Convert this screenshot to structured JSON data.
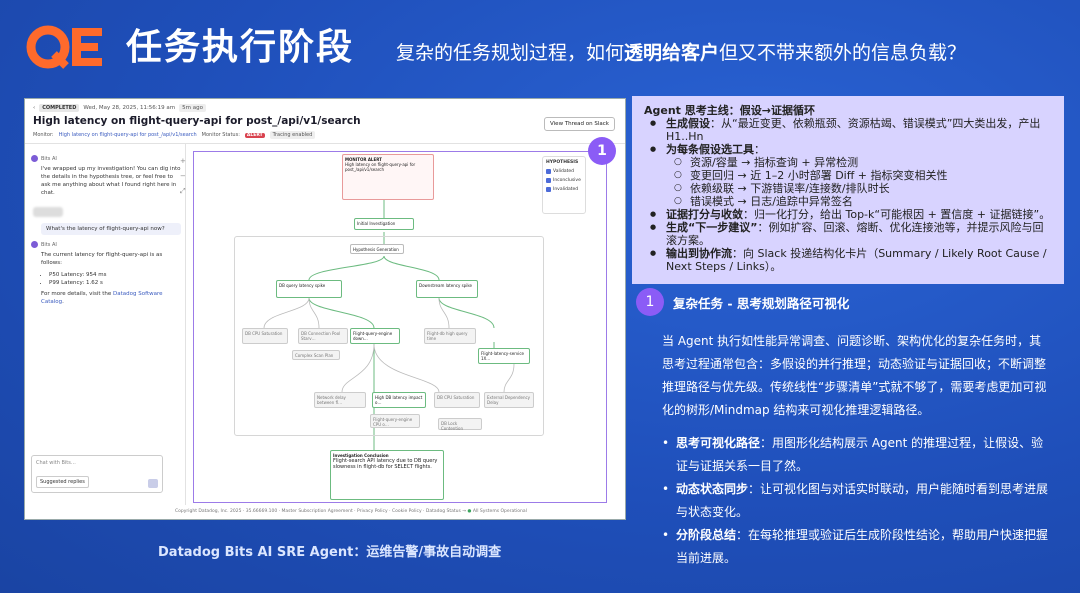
{
  "header": {
    "logo_text": "QE",
    "title": "任务执行阶段",
    "subtitle_pre": "复杂的任务规划过程，如何",
    "subtitle_bold": "透明给客户",
    "subtitle_post": "但又不带来额外的信息负载？"
  },
  "screenshot": {
    "status_badge": "COMPLETED",
    "timestamp": "Wed, May 28, 2025, 11:56:19 am",
    "age": "5m ago",
    "title": "High latency on flight-query-api for post_/api/v1/search",
    "monitor_label": "Monitor:",
    "monitor_link": "High latency on flight-query-api for post_/api/v1/search",
    "monitor_status_label": "Monitor Status:",
    "monitor_status": "ALERT",
    "tracing": "Tracing enabled",
    "view_thread": "View Thread on Slack",
    "chat": {
      "bot_name": "Bits AI",
      "msg1": "I've wrapped up my investigation! You can dig into the details in the hypothesis tree, or feel free to ask me anything about what I found right here in chat.",
      "user_question": "What's the latency of flight-query-api now?",
      "msg2": "The current latency for flight-query-api is as follows:",
      "p50": "P50 Latency: 954 ms",
      "p99": "P99 Latency: 1.62 s",
      "msg3_pre": "For more details, visit the",
      "msg3_link": "Datadog Software Catalog",
      "input_placeholder": "Chat with Bits…",
      "suggested": "Suggested replies"
    },
    "hypothesis": {
      "title": "HYPOTHESIS",
      "items": [
        "Validated",
        "Inconclusive",
        "Invalidated"
      ]
    },
    "nodes": {
      "monitor_alert": "MONITOR ALERT",
      "alert_text": "High latency on flight-query-api for post_/api/v1/search",
      "initial": "Initial Investigation",
      "hypo_gen": "Hypothesis Generation",
      "db_query": "DB query latency spike",
      "downstream": "Downstream latency spike",
      "db_cpu": "DB CPU Saturation",
      "db_conn": "DB Connection Pool Starv…",
      "flight_engine": "Flight-query-engine down…",
      "high_query": "Flight-db high query time",
      "flight_latency": "Flight-latency-service 1X…",
      "complex_scan": "Complex Scan Plan",
      "network_delay": "Network delay between fl…",
      "high_db_latency": "High DB latency impact o…",
      "db_cpu2": "DB CPU Saturation",
      "external_dep": "External Dependency Delay",
      "flight_cpu": "Flight-query-engine CPU o…",
      "db_lock": "DB Lock Contention",
      "conclusion_head": "Investigation Conclusion",
      "conclusion": "Flight-search API latency due to DB query slowness in flight-db for SELECT flights."
    },
    "footer_links": "Copyright Datadog, Inc. 2025 · 35.66669.100 · Master Subscription Agreement · Privacy Policy · Cookie Policy · Datadog Status →",
    "footer_status": "All Systems Operational"
  },
  "badge_num": "1",
  "caption": "Datadog Bits AI SRE Agent：运维告警/事故自动调查",
  "panel": {
    "heading": "Agent 思考主线：假设→证据循环",
    "b1_label": "生成假设",
    "b1_text": "：从“最近变更、依赖瓶颈、资源枯竭、错误模式”四大类出发，产出 H1..Hn",
    "b2_label": "为每条假设选工具",
    "b2_text": "：",
    "sub": [
      "资源/容量 → 指标查询 + 异常检测",
      "变更回归 → 近 1–2 小时部署 Diff + 指标突变相关性",
      "依赖级联 → 下游错误率/连接数/排队时长",
      "错误模式 → 日志/追踪中异常签名"
    ],
    "b3_label": "证据打分与收敛",
    "b3_text": "：归一化打分，给出 Top-k“可能根因 + 置信度 + 证据链接”。",
    "b4_label": "生成“下一步建议”",
    "b4_text": "：例如扩容、回滚、熔断、优化连接池等，并提示风险与回滚方案。",
    "b5_label": "输出到协作流",
    "b5_text": "：向 Slack 投递结构化卡片（Summary / Likely Root Cause / Next Steps / Links）。"
  },
  "step": {
    "num": "1",
    "title": "复杂任务 - 思考规划路径可视化",
    "paragraph": "当 Agent 执行如性能异常调查、问题诊断、架构优化的复杂任务时，其思考过程通常包含：多假设的并行推理；动态验证与证据回收；不断调整推理路径与优先级。传统线性“步骤清单”式就不够了，需要考虑更加可视化的树形/Mindmap 结构来可视化推理逻辑路径。",
    "bullets": [
      {
        "label": "思考可视化路径",
        "text": "：用图形化结构展示 Agent 的推理过程，让假设、验证与证据关系一目了然。"
      },
      {
        "label": "动态状态同步",
        "text": "：让可视化图与对话实时联动，用户能随时看到思考进展与状态变化。"
      },
      {
        "label": "分阶段总结",
        "text": "：在每轮推理或验证后生成阶段性结论，帮助用户快速把握当前进展。"
      }
    ]
  }
}
